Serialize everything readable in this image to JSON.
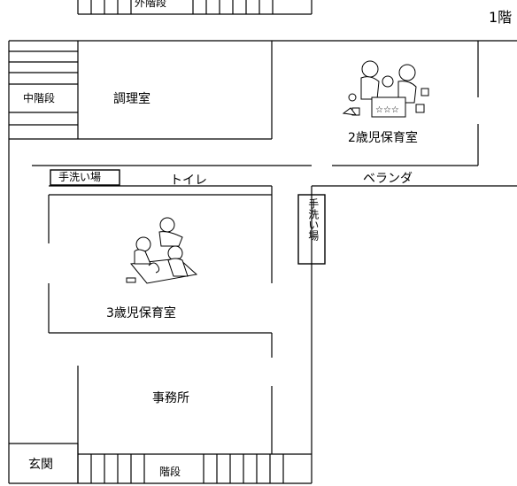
{
  "floor_label": "1階",
  "labels": {
    "outer_stairs": "外階段",
    "middle_stairs": "中階段",
    "kitchen": "調理室",
    "room_2yo": "2歳児保育室",
    "sink_left": "手洗い場",
    "toilet": "トイレ",
    "veranda": "ベランダ",
    "sink_right": "手洗い場",
    "room_3yo": "3歳児保育室",
    "office": "事務所",
    "entrance": "玄関",
    "stairs": "階段"
  },
  "icons": {
    "room_2yo_illustration": "children-playing-with-toys-icon",
    "room_3yo_illustration": "children-drawing-icon"
  }
}
